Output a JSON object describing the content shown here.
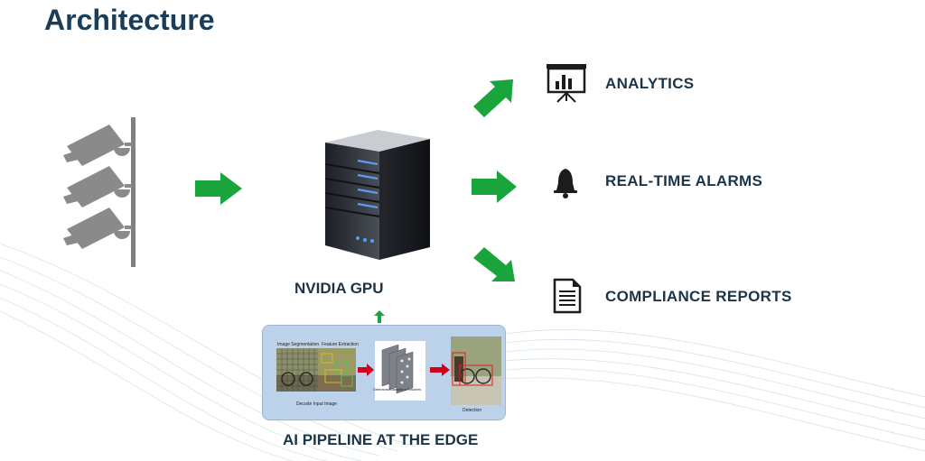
{
  "title": "Architecture",
  "outputs": [
    {
      "label": "ANALYTICS",
      "icon": "presentation-chart-icon"
    },
    {
      "label": "REAL-TIME ALARMS",
      "icon": "bell-icon"
    },
    {
      "label": "COMPLIANCE REPORTS",
      "icon": "document-icon"
    }
  ],
  "gpu_label": "NVIDIA GPU",
  "pipeline": {
    "label": "AI PIPELINE AT THE EDGE",
    "image_segmentation": "Image Segmentation",
    "feature_extraction": "Feature Extraction",
    "decode_input": "Decode Input Image",
    "detectors": "Detectors/Classifiers/Trackers",
    "detection": "Detection"
  },
  "colors": {
    "title": "#1b3e58",
    "arrow": "#1aa43c",
    "pipeline_arrow": "#d0021b",
    "panel": "#bcd2ea"
  }
}
